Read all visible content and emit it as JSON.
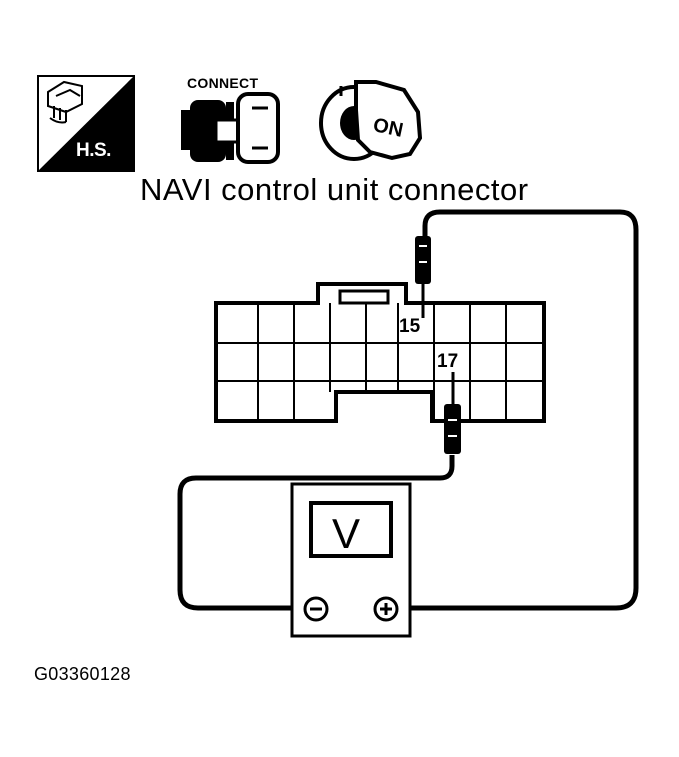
{
  "icons": {
    "harness_icon": "harness-service-icon",
    "harness_label": "H.S.",
    "connect_icon": "connector-connect-icon",
    "connect_label": "CONNECT",
    "ignition_icon": "ignition-key-on-icon",
    "ignition_label": "ON"
  },
  "diagram": {
    "title": "NAVI control unit connector",
    "pin_a": "15",
    "pin_b": "17",
    "meter_label": "V",
    "negative_terminal": "minus-terminal-icon",
    "positive_terminal": "plus-terminal-icon",
    "figure_code": "G03360128"
  }
}
